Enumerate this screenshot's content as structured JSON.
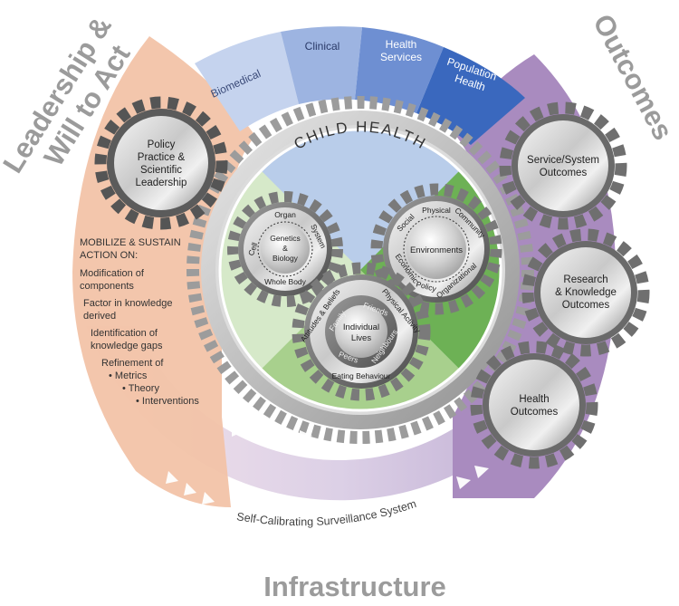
{
  "titles": {
    "leadership_line1": "Leadership &",
    "leadership_line2": "Will to Act",
    "outcomes": "Outcomes",
    "infrastructure": "Infrastructure"
  },
  "segments": {
    "biomedical": "Biomedical",
    "clinical": "Clinical",
    "health_services_1": "Health",
    "health_services_2": "Services",
    "population_health_1": "Population",
    "population_health_2": "Health"
  },
  "center": {
    "title": "CHILD HEALTH"
  },
  "policy_gear": {
    "line1": "Policy",
    "line2": "Practice &",
    "line3": "Scientific",
    "line4": "Leadership"
  },
  "action_list": {
    "heading1": "MOBILIZE & SUSTAIN",
    "heading2": "ACTION ON:",
    "item1a": "Modification of",
    "item1b": "components",
    "item2a": "Factor in knowledge",
    "item2b": "derived",
    "item3a": "Identification of",
    "item3b": "knowledge gaps",
    "item4": "Refinement of",
    "sub1": "• Metrics",
    "sub2": "• Theory",
    "sub3": "• Interventions"
  },
  "genetics_gear": {
    "core1": "Genetics",
    "core2": "&",
    "core3": "Biology",
    "ring_top": "Organ",
    "ring_left": "Cell",
    "ring_right": "System",
    "ring_bottom": "Whole Body"
  },
  "environments_gear": {
    "core": "Environments",
    "ring_social": "Social",
    "ring_physical": "Physical",
    "ring_community": "Community",
    "ring_economic": "Economic",
    "ring_policy": "Policy",
    "ring_organizational": "Organizational"
  },
  "lives_gear": {
    "core1": "Individual",
    "core2": "Lives",
    "outer_left": "Attitudes & Beliefs",
    "outer_right": "Physical Activity",
    "outer_bottom": "Eating Behaviour",
    "inner_family": "Family",
    "inner_friends": "Friends",
    "inner_peers": "Peers",
    "inner_neighbours": "Neighbours"
  },
  "outcome_gears": {
    "service1": "Service/System",
    "service2": "Outcomes",
    "research1": "Research",
    "research2": "& Knowledge",
    "research3": "Outcomes",
    "health1": "Health",
    "health2": "Outcomes"
  },
  "surveillance": "Self-Calibrating Surveillance System",
  "icon_names": [
    "gear-icon",
    "arrow-triangle-icon"
  ],
  "colors": {
    "leadership_panel": "#f2c3a8",
    "outcomes_panel": "#a98bbf",
    "infrastructure_ring": "#d9cce3",
    "biomedical": "#c5d3ee",
    "clinical": "#9db4e1",
    "health_services": "#6e8fd2",
    "population_health": "#3a68be",
    "green_light": "#d6e9c9",
    "green_mid": "#a8d08d",
    "green_dark": "#6db155",
    "blue_top_wedge": "#b9cdea",
    "title_gray": "#9b9b9b"
  }
}
